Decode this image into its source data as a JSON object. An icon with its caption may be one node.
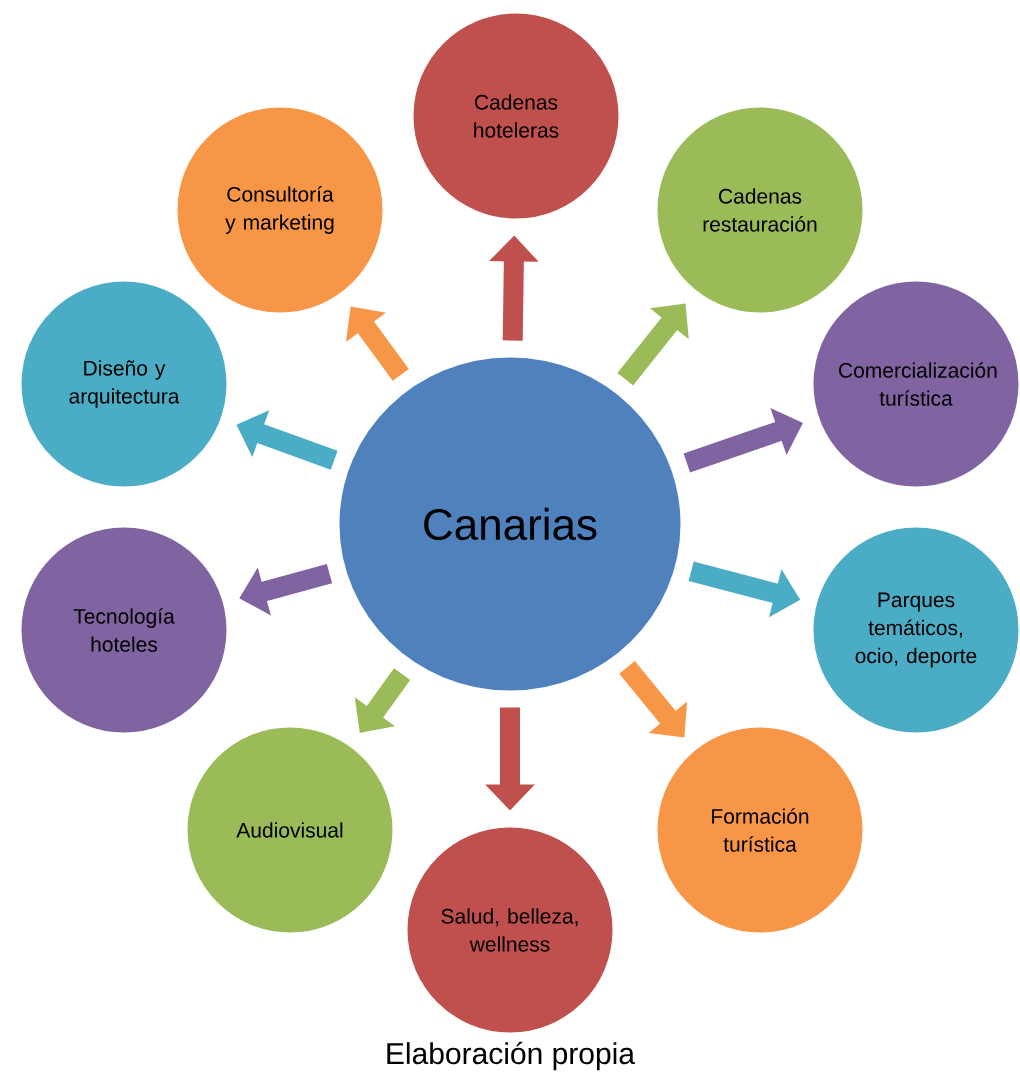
{
  "diagram": {
    "caption": "Elaboración propia",
    "nodes": [
      {
        "text": [
          "Canarias"
        ]
      },
      {
        "text": [
          "Cadenas hoteleras"
        ]
      },
      {
        "text": [
          "Cadenas restauración"
        ]
      },
      {
        "text": [
          "Comercialización turística"
        ]
      },
      {
        "text": [
          "Parques temáticos, ocio, deporte"
        ]
      },
      {
        "text": [
          "Formación turística"
        ]
      },
      {
        "text": [
          "Salud, belleza, wellness"
        ]
      },
      {
        "text": [
          "Audiovisual"
        ]
      },
      {
        "text": [
          "Tecnología hoteles"
        ]
      },
      {
        "text": [
          "Diseño y arquitectura"
        ]
      },
      {
        "text": [
          "Consultoría y marketing"
        ]
      }
    ],
    "edges": [
      {
        "from": 0,
        "to": 1,
        "arrow": "to",
        "color": "#c0504d"
      },
      {
        "from": 0,
        "to": 2,
        "arrow": "to",
        "color": "#9bbb59"
      },
      {
        "from": 0,
        "to": 3,
        "arrow": "to",
        "color": "#8064a2"
      },
      {
        "from": 0,
        "to": 4,
        "arrow": "to",
        "color": "#4bacc6"
      },
      {
        "from": 0,
        "to": 5,
        "arrow": "to",
        "color": "#f79646"
      },
      {
        "from": 0,
        "to": 6,
        "arrow": "to",
        "color": "#c0504d"
      },
      {
        "from": 0,
        "to": 7,
        "arrow": "to",
        "color": "#9bbb59"
      },
      {
        "from": 0,
        "to": 8,
        "arrow": "to",
        "color": "#8064a2"
      },
      {
        "from": 0,
        "to": 9,
        "arrow": "to",
        "color": "#4bacc6"
      },
      {
        "from": 0,
        "to": 10,
        "arrow": "to",
        "color": "#f79646"
      }
    ]
  }
}
